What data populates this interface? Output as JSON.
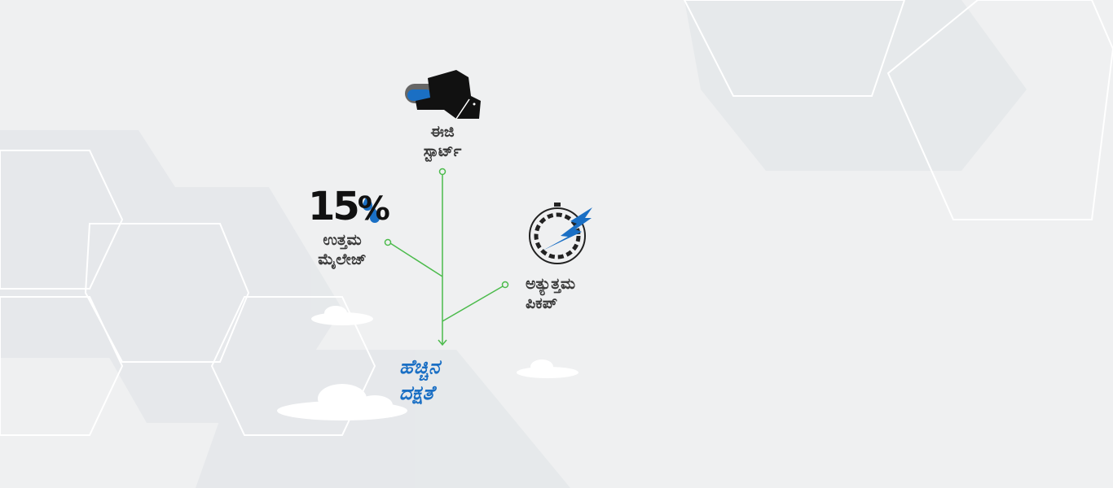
{
  "features": {
    "easy_start": {
      "line1": "ಈಜಿ",
      "line2": "ಸ್ಟಾರ್ಟ್"
    },
    "mileage": {
      "value": "15",
      "percent": "%",
      "line1": "ಉತ್ತಮ",
      "line2": "ಮೈಲೇಜ್"
    },
    "pickup": {
      "line1": "ಅತ್ಯುತ್ತಮ",
      "line2": "ಪಿಕಪ್"
    },
    "efficiency": {
      "line1": "ಹೆಚ್ಚಿನ",
      "line2": "ದಕ್ಷತೆ"
    }
  },
  "colors": {
    "accent_blue": "#1a6fc4",
    "line_green": "#4cbb4c",
    "text_dark": "#3a3a3a"
  }
}
